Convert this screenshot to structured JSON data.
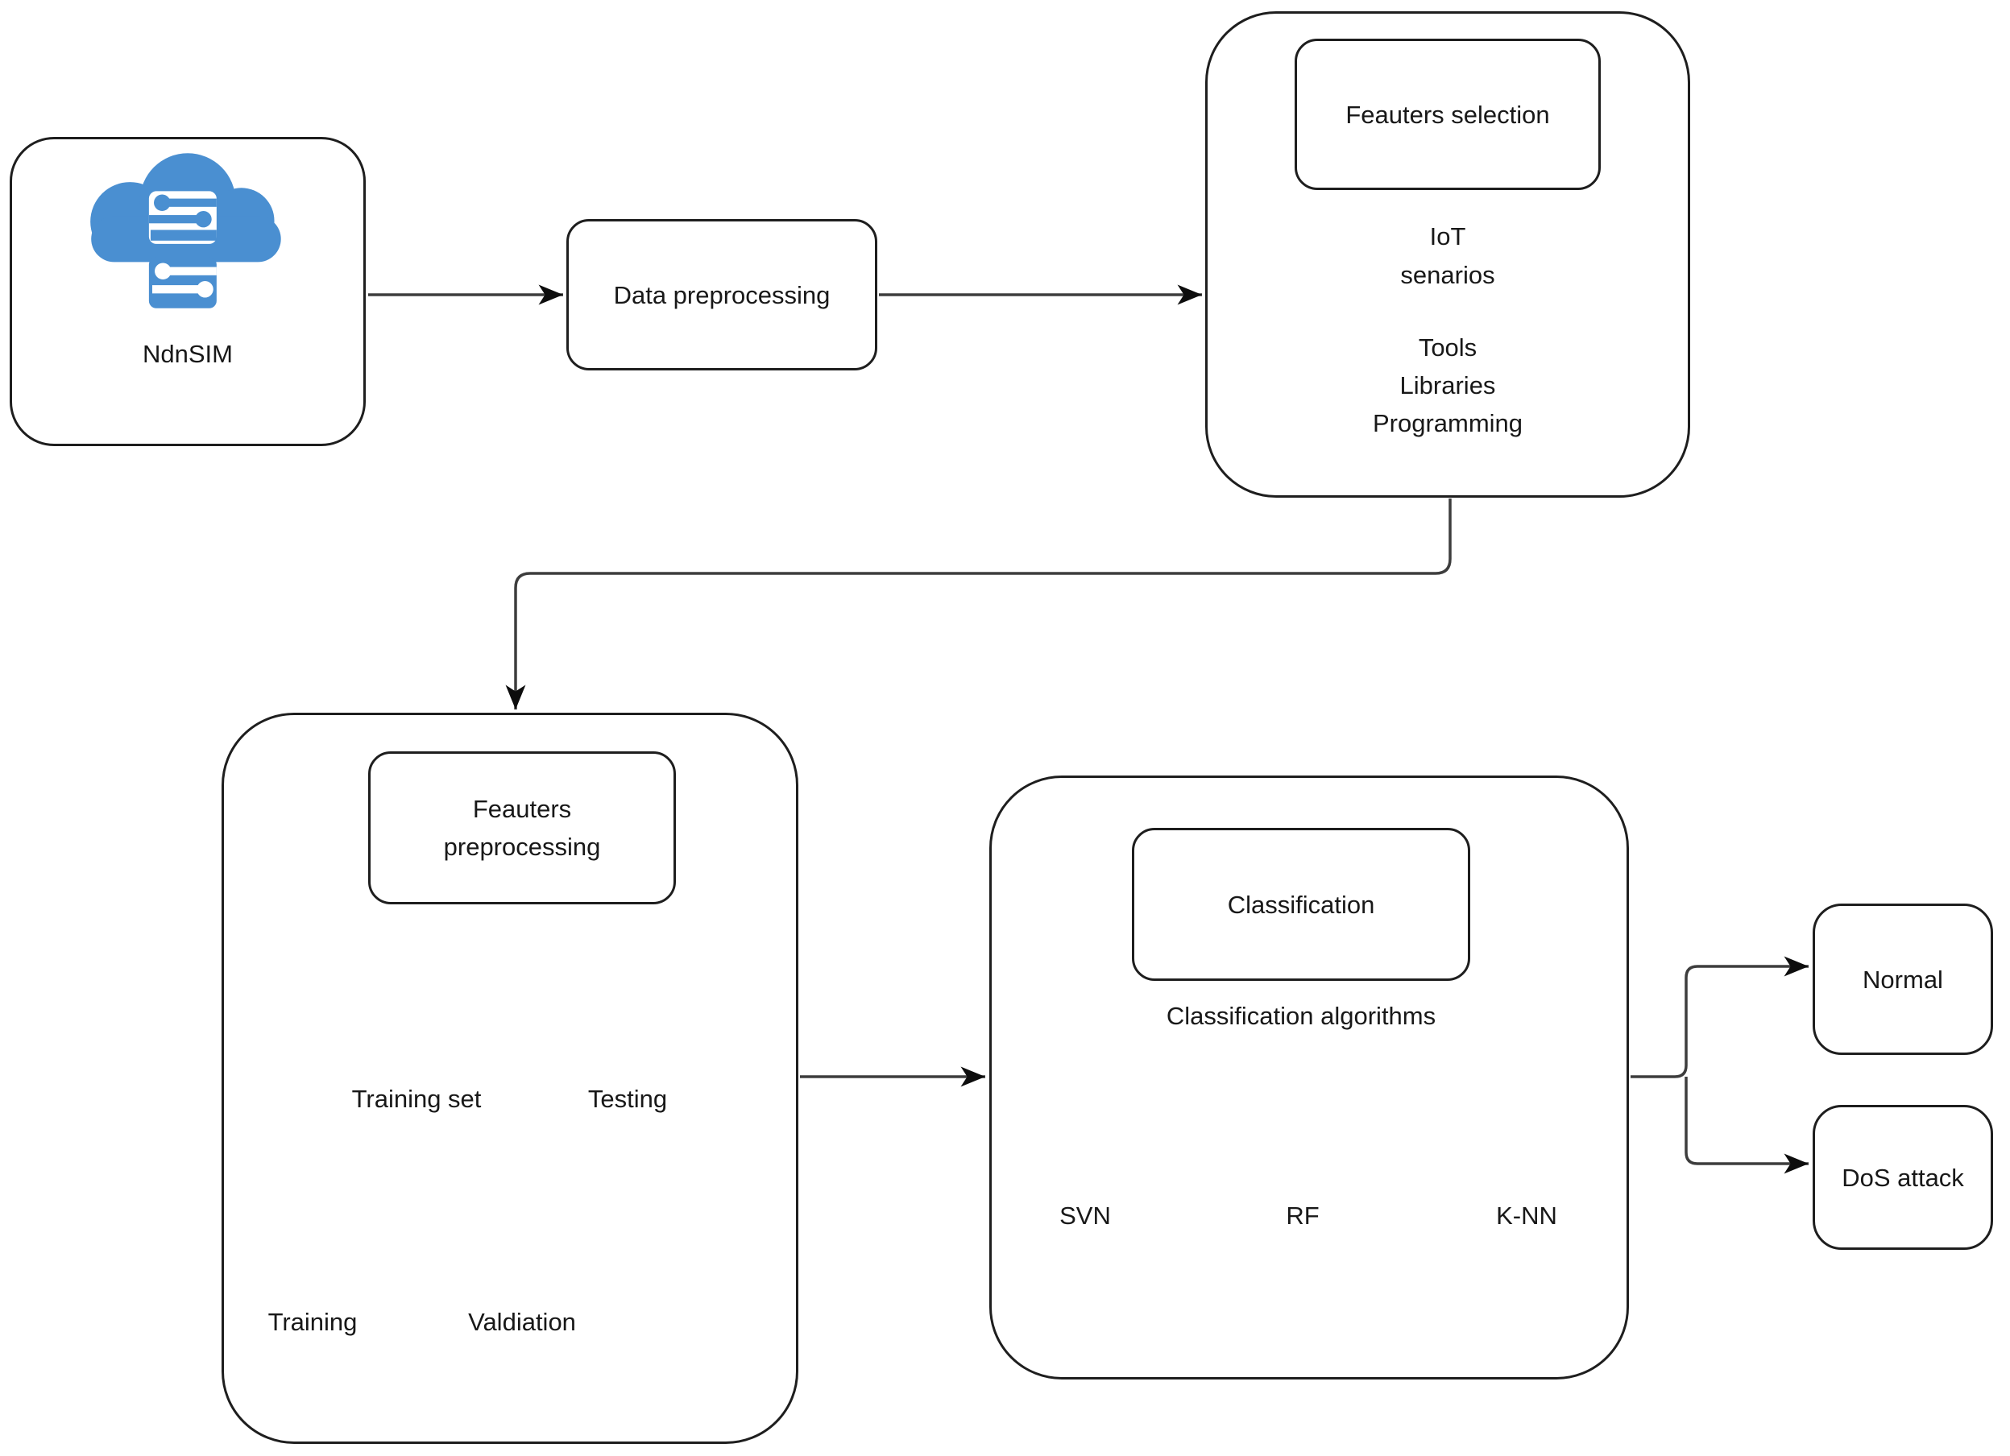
{
  "diagram": {
    "ndnsim": {
      "label": "NdnSIM",
      "icon": "cloud-circuit-icon"
    },
    "data_preprocessing": {
      "label": "Data preprocessing"
    },
    "features_selection": {
      "heading": "Feauters selection",
      "upper": [
        "IoT",
        "senarios"
      ],
      "lower": [
        "Tools",
        "Libraries",
        "Programming"
      ]
    },
    "features_preprocessing": {
      "heading": [
        "Feauters",
        "preprocessing"
      ],
      "branches": [
        "Training set",
        "Testing"
      ],
      "sub_branches": [
        "Training",
        "Valdiation"
      ]
    },
    "classification": {
      "heading": "Classification",
      "subtitle": "Classification algorithms",
      "algorithms": [
        "SVN",
        "RF",
        "K-NN"
      ]
    },
    "outputs": {
      "normal": "Normal",
      "dos_attack": "DoS attack"
    },
    "colors": {
      "icon_blue": "#4a8fd1",
      "line": "#3d3d3d",
      "divider": "#4d4d4d",
      "border": "#1e1e1e",
      "text": "#181818",
      "background": "#ffffff"
    }
  }
}
